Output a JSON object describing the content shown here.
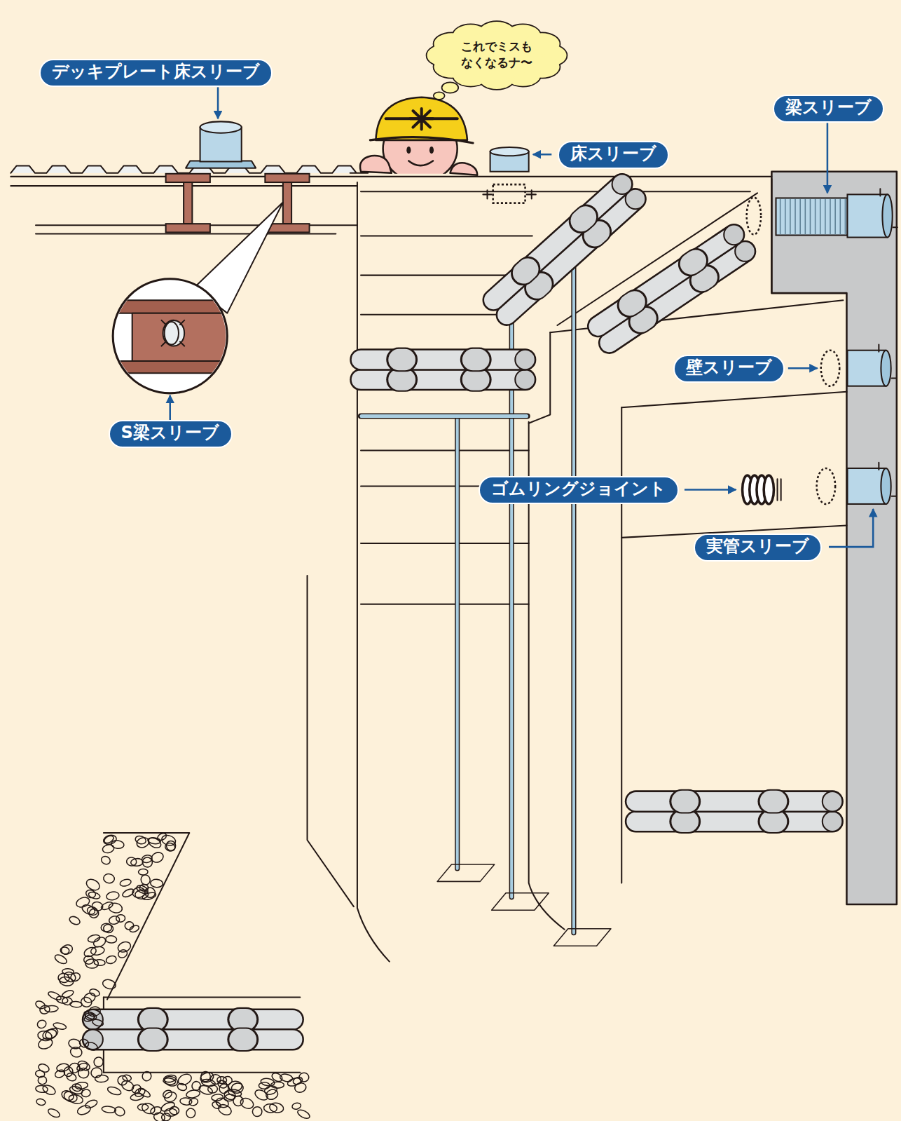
{
  "diagram": {
    "nodes": [
      {
        "text": [
          "これでミスも なくなるナ〜"
        ]
      },
      {
        "text": [
          "デッキプレート床スリーブ"
        ]
      },
      {
        "text": [
          "梁スリーブ"
        ]
      },
      {
        "text": [
          "床スリーブ"
        ]
      },
      {
        "text": [
          "壁スリーブ"
        ]
      },
      {
        "text": [
          "S梁スリーブ"
        ]
      },
      {
        "text": [
          "ゴムリングジョイント"
        ]
      },
      {
        "text": [
          "実管スリーブ"
        ]
      }
    ]
  }
}
